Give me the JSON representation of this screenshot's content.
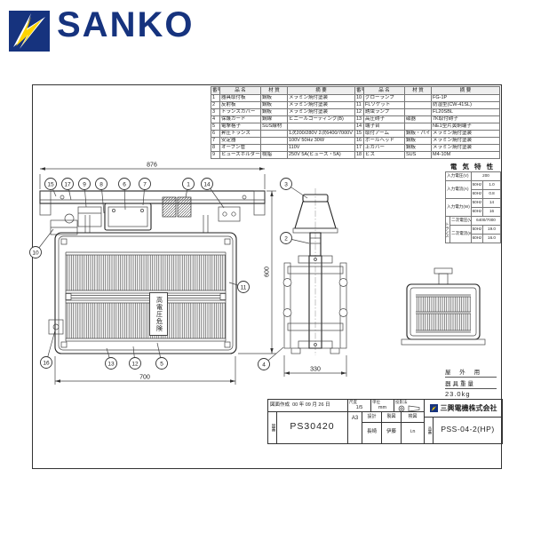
{
  "logo": {
    "brand": "SANKO"
  },
  "parts_table": {
    "headers": [
      "番号",
      "品 名",
      "材 質",
      "摘 要",
      "番号",
      "品 名",
      "材 質",
      "摘 要"
    ],
    "left_rows": [
      {
        "no": "1",
        "name": "器具取付板",
        "mat": "鋼板",
        "note": "メラミン焼付塗装"
      },
      {
        "no": "2",
        "name": "反射板",
        "mat": "鋼板",
        "note": "メラミン焼付塗装"
      },
      {
        "no": "3",
        "name": "トランスカバー",
        "mat": "鋼板",
        "note": "メラミン焼付塗装"
      },
      {
        "no": "4",
        "name": "保護ガード",
        "mat": "鋼線",
        "note": "ビニールコーティング(B)"
      },
      {
        "no": "5",
        "name": "電撃格子",
        "mat": "SUS線材",
        "note": ""
      },
      {
        "no": "6",
        "name": "昇圧トランス",
        "mat": "",
        "note": "1次200/280V 2次6400/7000V"
      },
      {
        "no": "7",
        "name": "安定器",
        "mat": "",
        "note": "100V 50Hz 30W"
      },
      {
        "no": "8",
        "name": "オープン管",
        "mat": "",
        "note": "110V"
      },
      {
        "no": "9",
        "name": "ヒューズホルダー",
        "mat": "樹脂",
        "note": "250V 5A(ヒューズ・5A)"
      }
    ],
    "right_rows": [
      {
        "no": "10",
        "name": "グローランプ",
        "mat": "",
        "note": "FG-1P"
      },
      {
        "no": "11",
        "name": "FLソケット",
        "mat": "",
        "note": "防湿型(CW-41SL)"
      },
      {
        "no": "12",
        "name": "誘虫ランプ",
        "mat": "",
        "note": "FL20SBL"
      },
      {
        "no": "13",
        "name": "高圧碍子",
        "mat": "磁器",
        "note": "7K取付碍子"
      },
      {
        "no": "14",
        "name": "端子台",
        "mat": "",
        "note": "NE1型片黄銅端子"
      },
      {
        "no": "15",
        "name": "取付アーム",
        "mat": "鋼板・パイプ",
        "note": "メラミン焼付塗装"
      },
      {
        "no": "16",
        "name": "ポールヘッド",
        "mat": "鋼板",
        "note": "メラミン焼付塗装"
      },
      {
        "no": "17",
        "name": "上カバー",
        "mat": "鋼板",
        "note": "メラミン焼付塗装"
      },
      {
        "no": "18",
        "name": "ビス",
        "mat": "SUS",
        "note": "M4-10M"
      }
    ]
  },
  "elec_table": {
    "title": "電 気 特 性",
    "voltage_label": "入力電圧(V)",
    "voltage_value": "200",
    "current_label": "入力電流(A)",
    "current_50": "1.0",
    "current_60": "0.8",
    "power_label": "入力電力(W)",
    "power_50": "14",
    "power_60": "16",
    "hz50": "50Hz",
    "hz60": "60Hz",
    "group_label": "トランス",
    "sec_voltage_label": "二次電圧(V)",
    "sec_voltage_value": "6400/7000",
    "sec_current_label": "二次電流(mA)",
    "sec_50": "19.0",
    "sec_60": "16.0"
  },
  "weight_note": {
    "usage": "屋 外 用",
    "label": "器具重量",
    "value": "23.0kg"
  },
  "drawing": {
    "dim_top": "876",
    "dim_bottom": "700",
    "dim_height": "600",
    "dim_side": "330",
    "warning": "高電圧危険",
    "balloons": [
      "15",
      "17",
      "9",
      "8",
      "6",
      "7",
      "1",
      "14",
      "3",
      "2",
      "10",
      "11",
      "16",
      "13",
      "12",
      "5",
      "4"
    ]
  },
  "title_block": {
    "created_label": "図面作成",
    "created_date": "00 年 09 月 26 日",
    "scale_label": "尺度",
    "scale_value": "1/5",
    "unit_label": "単位",
    "unit_value": "mm",
    "projection_label": "投影法",
    "company": "三興電機株式会社",
    "drawing_no_label": "図番",
    "drawing_no": "PS30420",
    "paper_size": "A3",
    "design_label": "設計",
    "draft_label": "製図",
    "check_label": "検図",
    "design_value": "長崎",
    "draft_value": "伊藤",
    "check_value": "i.n",
    "model_label": "品番",
    "model": "PSS-04-2(HP)"
  }
}
